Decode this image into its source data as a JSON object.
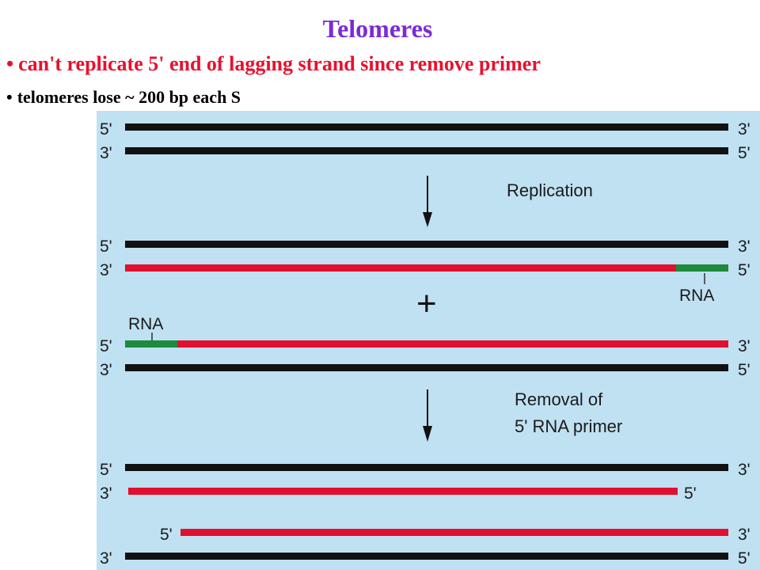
{
  "title": "Telomeres",
  "bullets": [
    {
      "dot": "•",
      "text": "can't replicate 5' end of  lagging strand since remove primer"
    },
    {
      "dot": "•",
      "text": "telomeres lose ~ 200 bp  each S"
    }
  ],
  "diagram": {
    "labels": {
      "five_prime": "5'",
      "three_prime": "3'",
      "rna": "RNA",
      "plus": "+"
    },
    "step1_caption": "Replication",
    "step2_caption_line1": "Removal of",
    "step2_caption_line2": "5' RNA primer",
    "colors": {
      "panel_bg": "#bfe1f2",
      "dna_strand": "#111111",
      "new_strand": "#e0102e",
      "rna_primer": "#1e8a3c"
    }
  }
}
